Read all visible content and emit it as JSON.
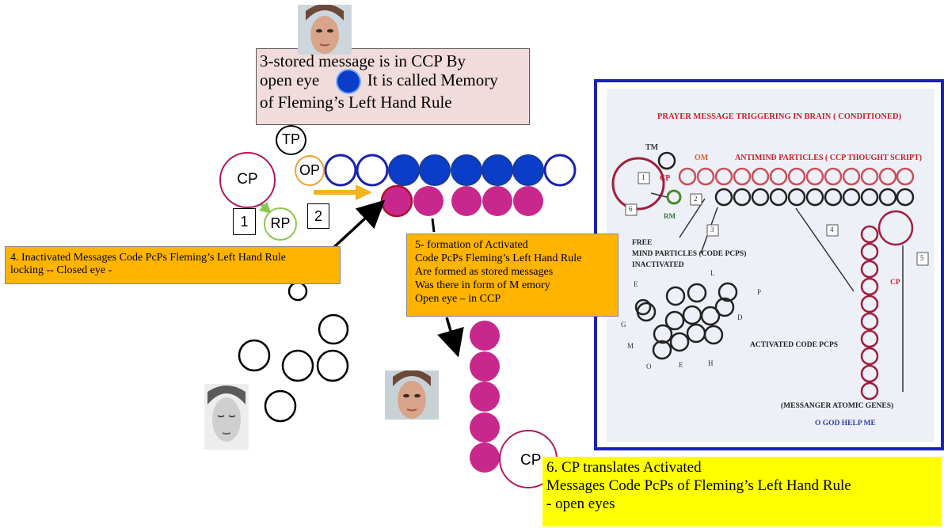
{
  "top_box": {
    "line1": "3-stored message is in CCP  By",
    "line2_a": "open eye",
    "line2_b": "It is called Memory",
    "line3": "of Fleming’s Left Hand Rule"
  },
  "labels": {
    "tp": "TP",
    "cp": "CP",
    "op": "OP",
    "rp": "RP",
    "num1": "1",
    "num2": "2",
    "cp_bottom": "CP"
  },
  "box4": {
    "line1": "4. Inactivated Messages  Code PcPs Fleming’s Left Hand Rule",
    "line2": "locking  -- Closed eye -"
  },
  "box5": {
    "line1": "5-  formation of Activated",
    "line2": " Code PcPs Fleming’s Left Hand Rule",
    "line3": "Are  formed as stored messages",
    "line4": "Was there in  form  of  M emory",
    "line5": "Open eye – in CCP"
  },
  "box6": {
    "line1": "6. CP    translates  Activated",
    "line2": "Messages  Code PcPs of Fleming’s Left Hand Rule",
    "line3": " - open eyes"
  },
  "scan": {
    "title": "PRAYER MESSAGE  TRIGGERING IN BRAIN ( CONDITIONED)",
    "tm": "TM",
    "om": "OM",
    "antimind": "ANTIMIND PARTICLES  ( CCP  THOUGHT SCRIPT)",
    "cp": "CP",
    "rm": "RM",
    "n1": "1",
    "n2": "2",
    "n3": "3",
    "n4": "4",
    "n5": "5",
    "n6": "6",
    "free1": "FREE",
    "free2": "MIND   PARTICLES (CODE PCPS)",
    "free3": "INACTIVATED",
    "cp_side": "CP",
    "letters": [
      "E",
      "L",
      "P",
      "D",
      "G",
      "M",
      "O",
      "E",
      "H"
    ],
    "activated": "ACTIVATED CODE PCPS",
    "genes": "(MESSANGER ATOMIC GENES)",
    "god": "O GOD HELP ME"
  },
  "colors": {
    "dark_blue": "#0a3ec8",
    "magenta": "#c8288c",
    "orange_box": "#ffb400",
    "yellow_box": "#ffff00",
    "pink_box": "#f2dcdb",
    "cp_ring": "#b0185c",
    "rp_ring": "#8cc850",
    "op_ring": "#f0a030",
    "frame_blue": "#1a22b0",
    "scan_red": "#c81e28",
    "scan_maroon": "#a01e3c"
  }
}
